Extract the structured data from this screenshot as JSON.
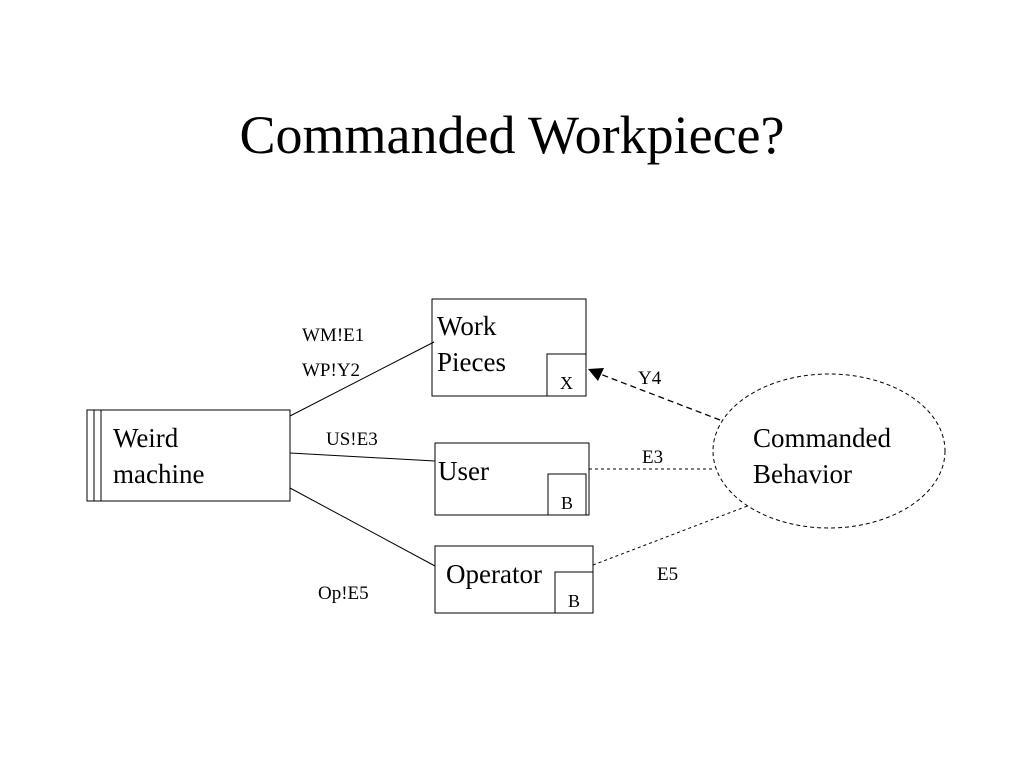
{
  "title": "Commanded Workpiece?",
  "domains": {
    "machine": {
      "line1": "Weird",
      "line2": "machine"
    },
    "workpieces": {
      "line1": "Work",
      "line2": "Pieces",
      "marker": "X"
    },
    "user": {
      "label": "User",
      "marker": "B"
    },
    "operator": {
      "label": "Operator",
      "marker": "B"
    }
  },
  "requirement": {
    "line1": "Commanded",
    "line2": "Behavior"
  },
  "interfaces": {
    "machine_workpieces_1": "WM!E1",
    "machine_workpieces_2": "WP!Y2",
    "machine_user": "US!E3",
    "machine_operator": "Op!E5",
    "req_workpieces": "Y4",
    "req_user": "E3",
    "req_operator": "E5"
  }
}
